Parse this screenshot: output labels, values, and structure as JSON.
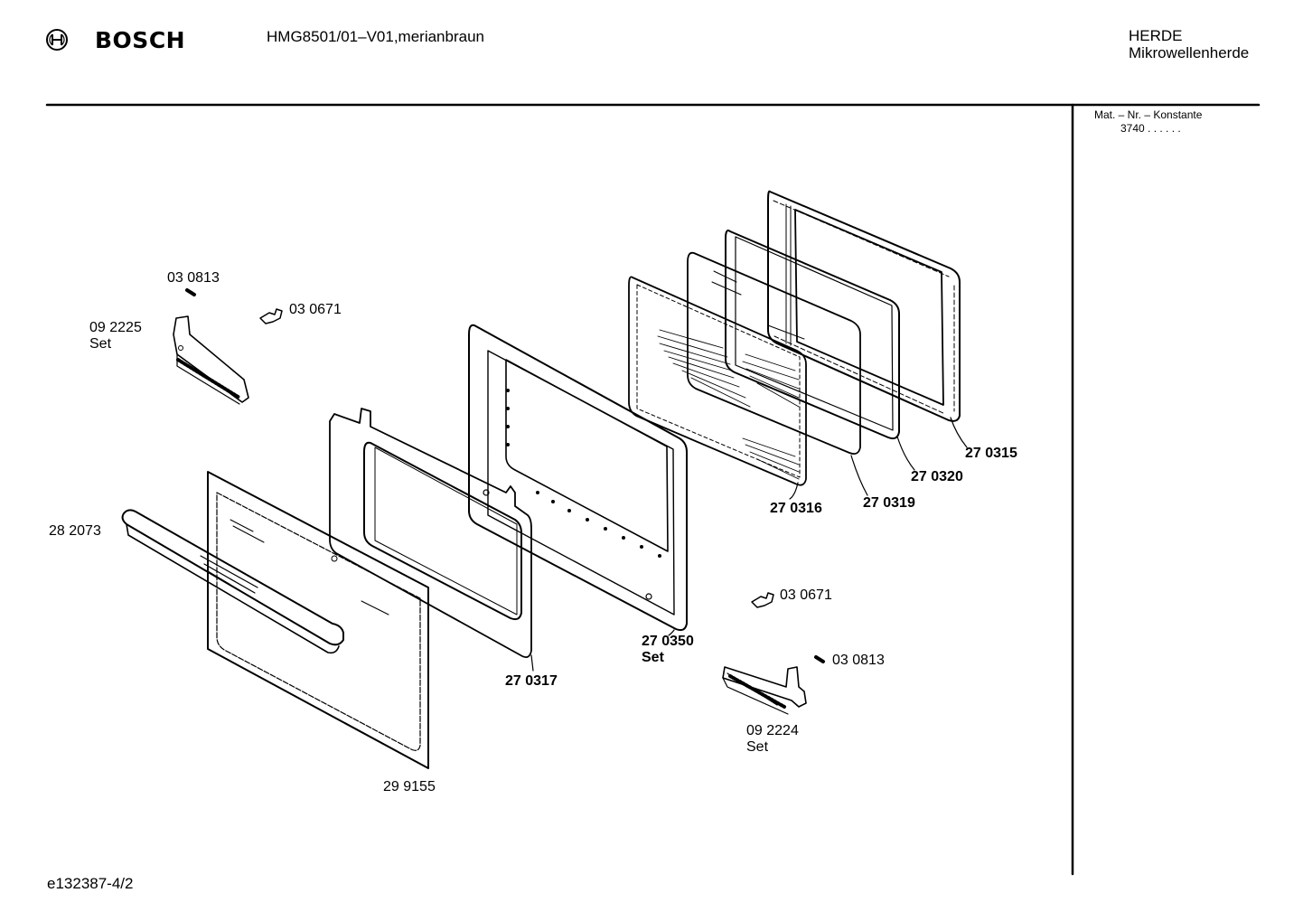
{
  "header": {
    "brand": "BOSCH",
    "model": "HMG8501/01–V01,merianbraun",
    "category_line1": "HERDE",
    "category_line2": "Mikrowellenherde"
  },
  "sidebar": {
    "mat_label": "Mat. – Nr. – Konstante",
    "mat_value": "3740 . .   . . . ."
  },
  "parts": [
    {
      "number": "03 0813",
      "note": ""
    },
    {
      "number": "03 0671",
      "note": ""
    },
    {
      "number": "09 2225",
      "note": "Set"
    },
    {
      "number": "28 2073",
      "note": ""
    },
    {
      "number": "29 9155",
      "note": ""
    },
    {
      "number": "27 0317",
      "note": ""
    },
    {
      "number": "27 0350",
      "note": "Set"
    },
    {
      "number": "27 0316",
      "note": ""
    },
    {
      "number": "27 0319",
      "note": ""
    },
    {
      "number": "27 0320",
      "note": ""
    },
    {
      "number": "27 0315",
      "note": ""
    },
    {
      "number": "03 0671",
      "note": ""
    },
    {
      "number": "03 0813",
      "note": ""
    },
    {
      "number": "09 2224",
      "note": "Set"
    }
  ],
  "footer": {
    "doc_id": "e132387-4/2"
  }
}
